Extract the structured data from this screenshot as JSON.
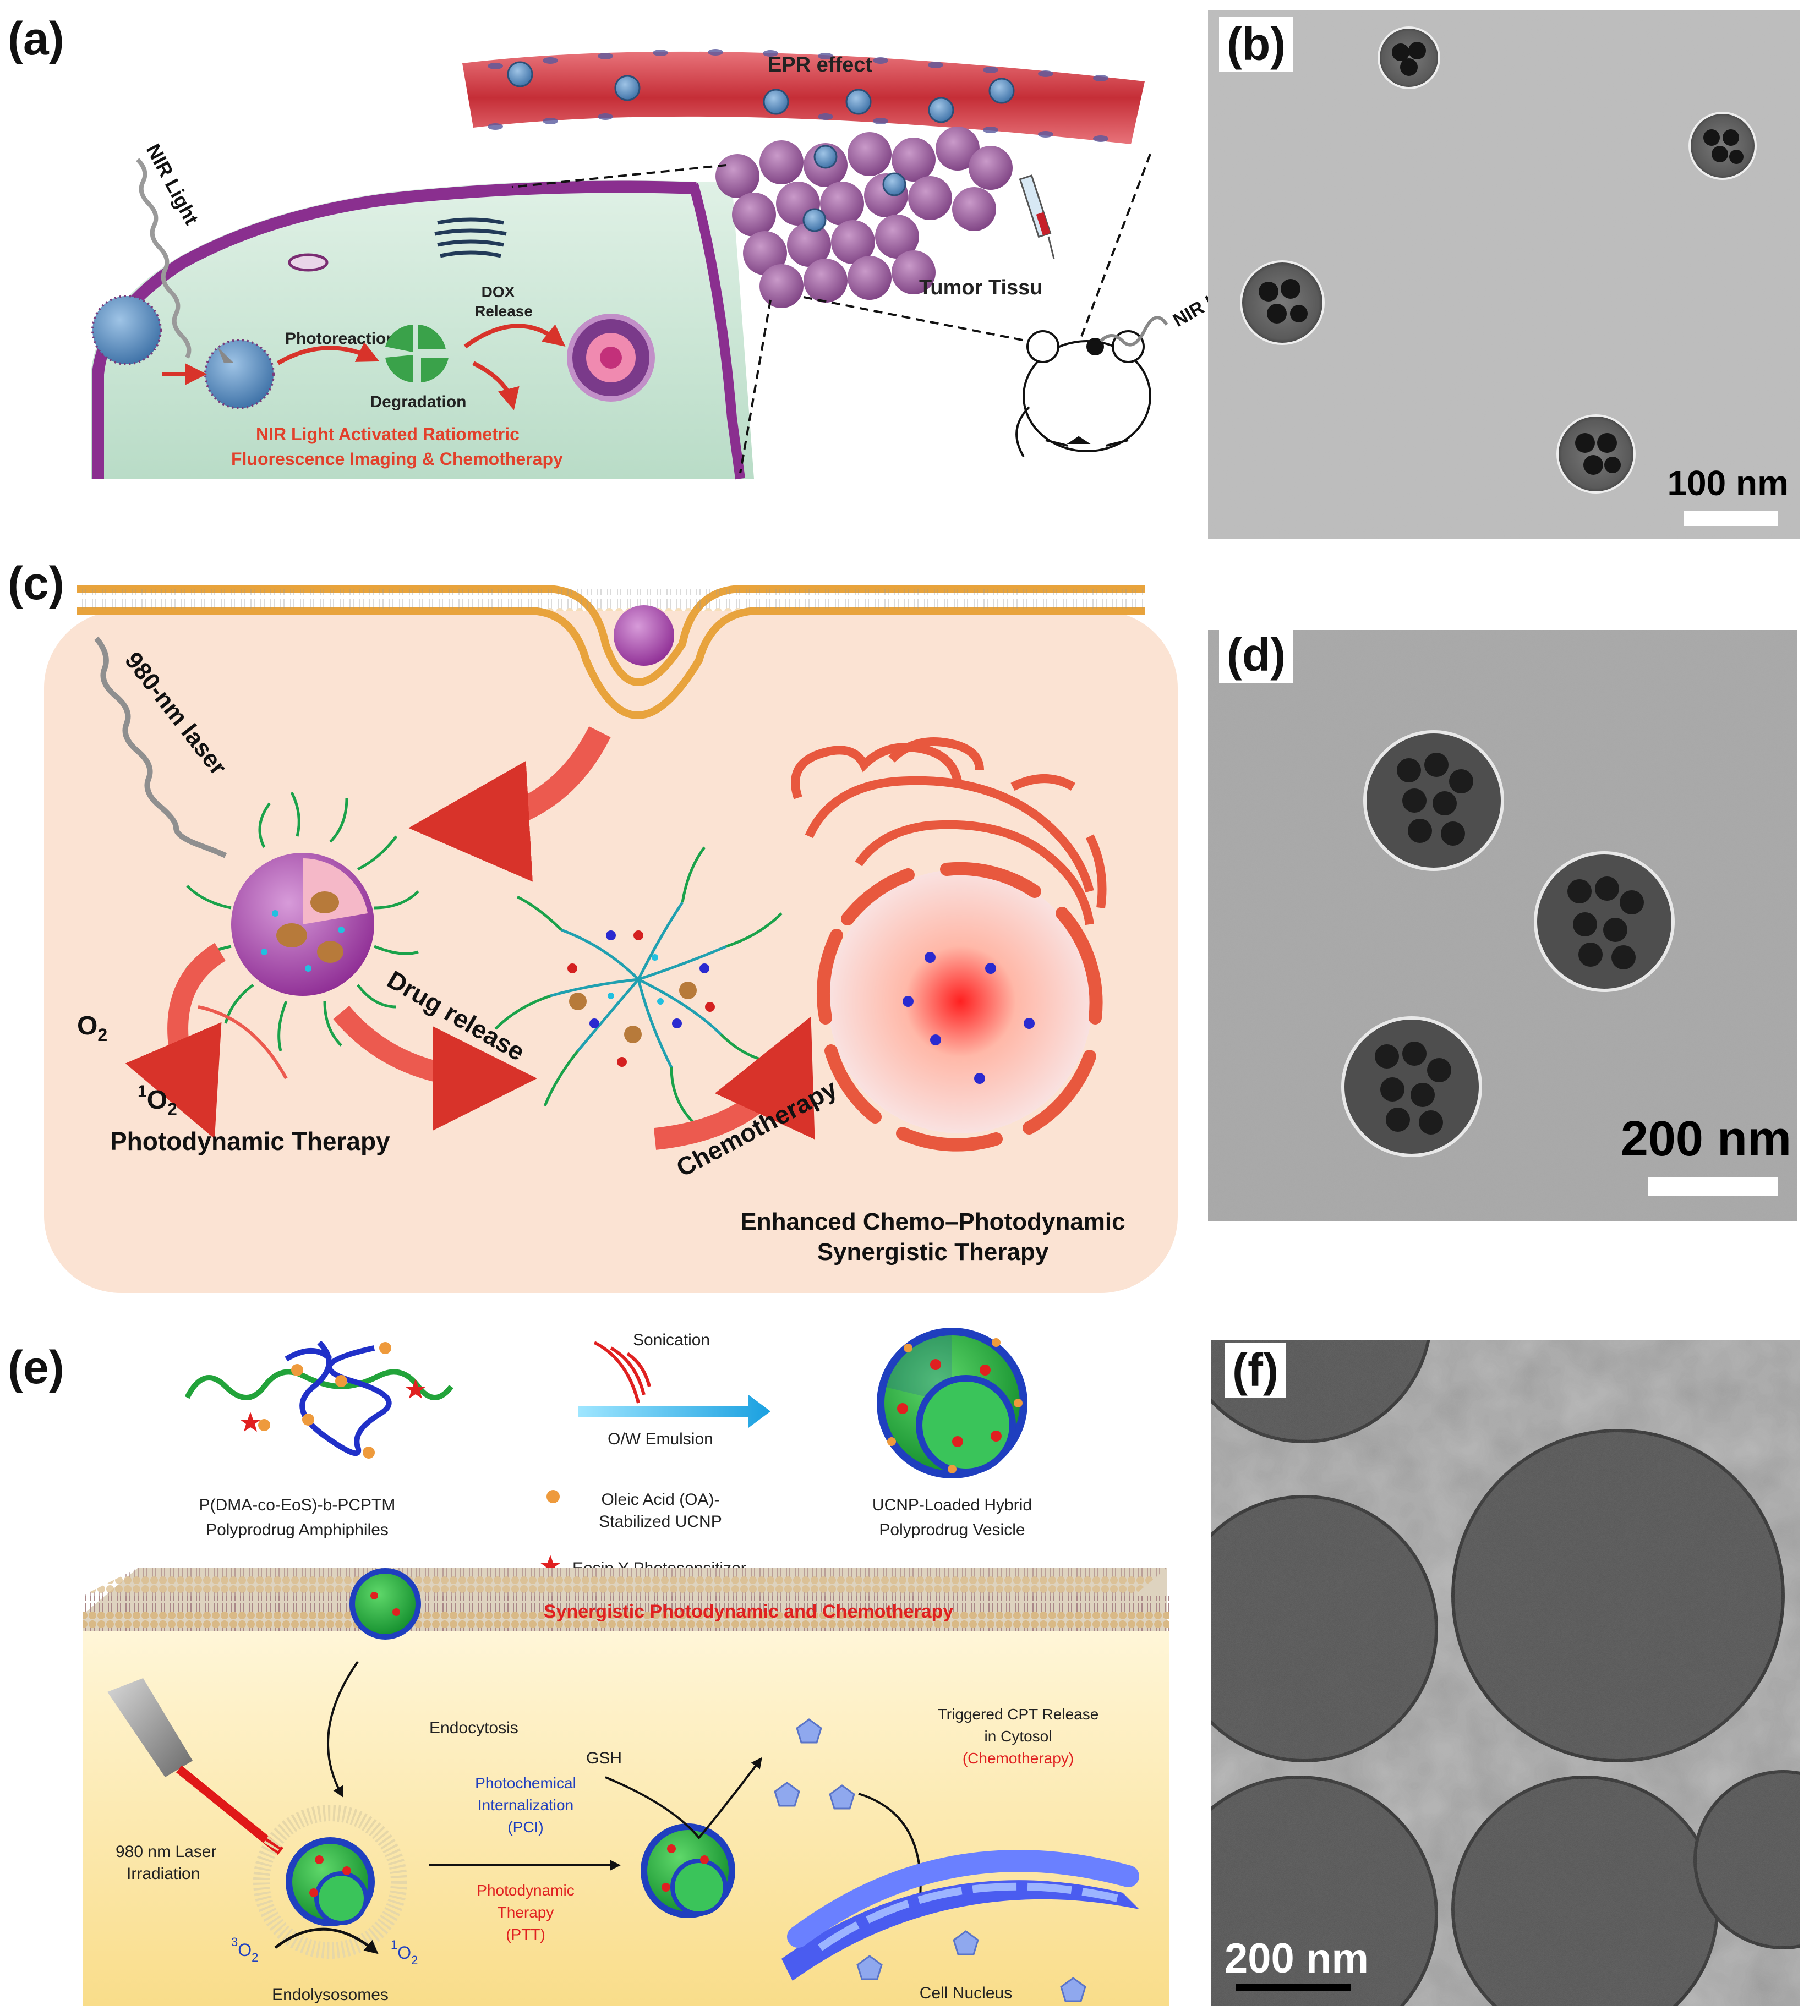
{
  "panels": {
    "a": {
      "label": "(a)",
      "epr": "EPR effect",
      "nir": "NIR Light",
      "nir_mouse": "NIR Light",
      "photoreaction": "Photoreaction",
      "dox1": "DOX",
      "dox2": "Release",
      "degradation": "Degradation",
      "tumor": "Tumor Tissu",
      "caption1": "NIR Light Activated Ratiometric",
      "caption2": "Fluorescence Imaging & Chemotherapy"
    },
    "b": {
      "label": "(b)",
      "scale": "100 nm"
    },
    "c": {
      "label": "(c)",
      "laser": "980-nm laser",
      "o2": "O",
      "o2_sub": "2",
      "singlet_sup": "1",
      "singlet": "O",
      "singlet_sub": "2",
      "pdt": "Photodynamic Therapy",
      "drug": "Drug release",
      "chemo": "Chemotherapy",
      "enh1": "Enhanced Chemo–Photodynamic",
      "enh2": "Synergistic Therapy"
    },
    "d": {
      "label": "(d)",
      "scale": "200 nm"
    },
    "e": {
      "label": "(e)",
      "sonication": "Sonication",
      "emulsion": "O/W Emulsion",
      "poly1": "P(DMA-co-EoS)-b-PCPTM",
      "poly2": "Polyprodrug Amphiphiles",
      "oa1": "Oleic Acid (OA)-",
      "oa2": "Stabilized UCNP",
      "ucnp1": "UCNP-Loaded Hybrid",
      "ucnp2": "Polyprodrug Vesicle",
      "eosin": "Eosin Y Photosensitizer",
      "synergy": "Synergistic Photodynamic and Chemotherapy",
      "endocytosis": "Endocytosis",
      "laser1": "980 nm Laser",
      "laser2": "Irradiation",
      "pci1": "Photochemical",
      "pci2": "Internalization",
      "pci3": "(PCI)",
      "ptt1": "Photodynamic",
      "ptt2": "Therapy",
      "ptt3": "(PTT)",
      "gsh": "GSH",
      "cpt1": "Triggered CPT Release",
      "cpt2": "in Cytosol",
      "cpt3": "(Chemotherapy)",
      "o2_3sup": "3",
      "o2_1sup": "1",
      "o2": "O",
      "o2_sub": "2",
      "endolyso": "Endolysosomes",
      "nucleus": "Cell Nucleus"
    },
    "f": {
      "label": "(f)",
      "scale": "200 nm"
    }
  },
  "colors": {
    "vessel": "#d9434a",
    "cell_fill": "#cfe8dc",
    "membrane": "#8a2f8f",
    "tumor": "#a66aa8",
    "tem_bg": "#bdbdbd",
    "panel_c_bg": "#fbe3d3",
    "panel_e_bg": "#fbeec0",
    "accent_red": "#e53b2c",
    "accent_blue": "#1f3fbf"
  }
}
